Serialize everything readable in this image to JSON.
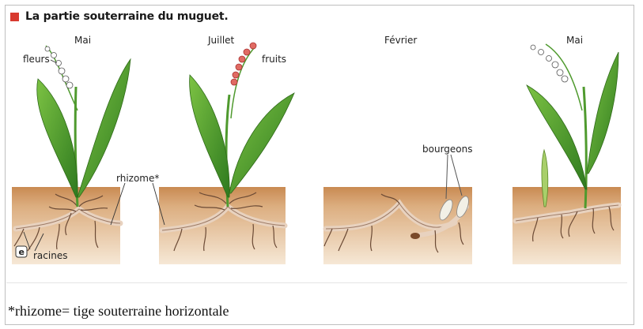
{
  "title": "La partie souterraine du muguet.",
  "panels": [
    {
      "month": "Mai"
    },
    {
      "month": "Juillet"
    },
    {
      "month": "Février"
    },
    {
      "month": "Mai"
    }
  ],
  "labels": {
    "fleurs": "fleurs",
    "fruits": "fruits",
    "rhizome": "rhizome*",
    "bourgeons": "bourgeons",
    "racines": "racines",
    "badge": "e"
  },
  "footnote": "*rhizome=  tige souterraine horizontale",
  "colors": {
    "title_marker": "#d83a2f",
    "soil_top": "#c98a52",
    "soil_bottom": "#f1dcc2",
    "leaf": "#4f9a2e",
    "fruit": "#d9534f"
  }
}
